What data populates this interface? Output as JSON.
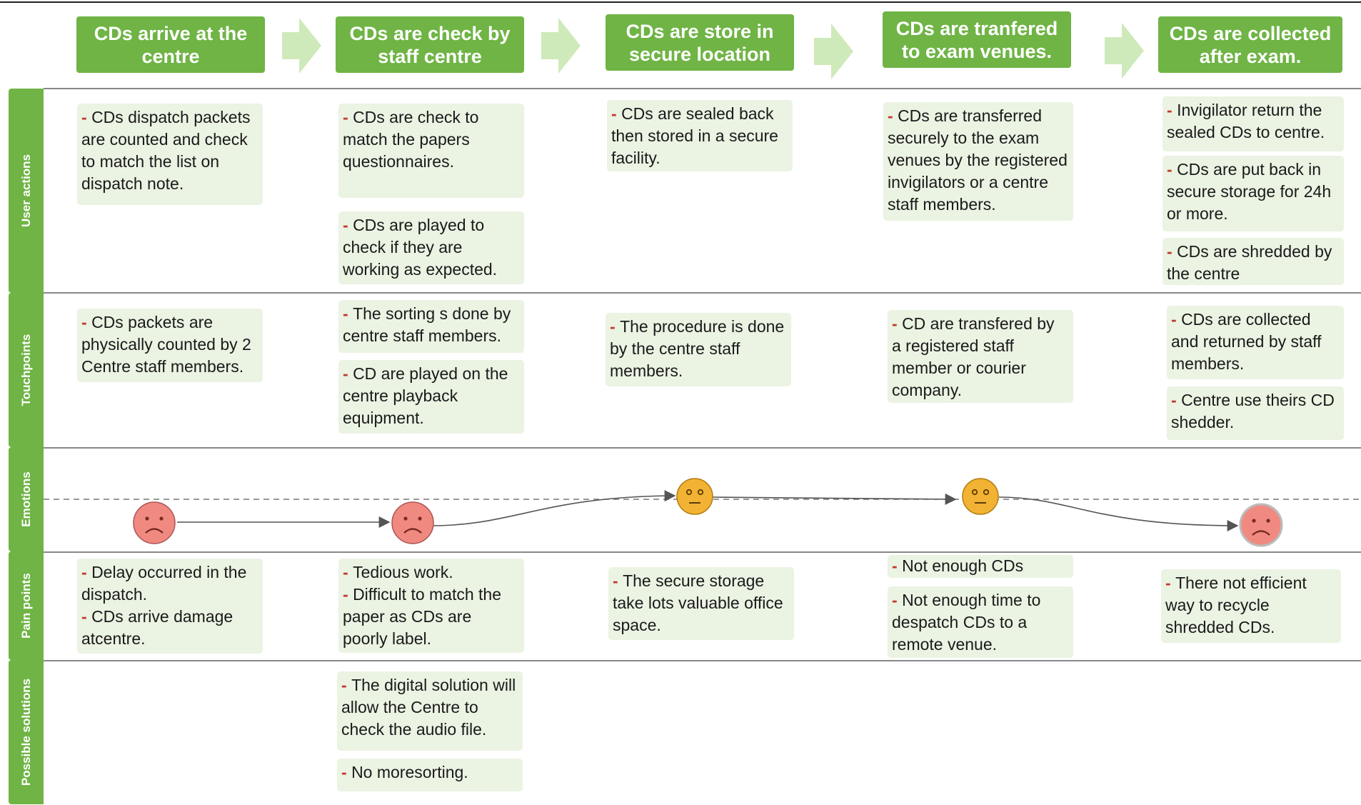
{
  "colors": {
    "accent_green": "#6fb445",
    "card_bg": "#ebf3e3",
    "arrow_green": "#cfeaba",
    "bullet_red": "#c0392b",
    "sad_face": "#f08a80",
    "neutral_face": "#f2b233"
  },
  "stages": [
    "CDs arrive at the centre",
    "CDs are check by staff centre",
    "CDs are store in secure location",
    "CDs are tranfered to exam venues.",
    "CDs are collected after exam."
  ],
  "lanes": [
    "User actions",
    "Touchpoints",
    "Emotions",
    "Pain points",
    "Possible solutions"
  ],
  "bullet": "-",
  "cards": {
    "ua_1": [
      "CDs dispatch packets",
      "are counted and check",
      "to match the list on",
      "dispatch note."
    ],
    "ua_2a": [
      "CDs are check to",
      "match the papers",
      "questionnaires."
    ],
    "ua_2b": [
      "CDs are played to",
      "check if they are",
      "working as expected."
    ],
    "ua_3": [
      "CDs are sealed back",
      "then stored in a secure",
      "facility."
    ],
    "ua_4": [
      "CDs are transferred",
      "securely to the exam",
      "venues by the registered",
      "invigilators or a centre",
      "staff members."
    ],
    "ua_5a": [
      "Invigilator return the",
      "sealed CDs to centre."
    ],
    "ua_5b": [
      "CDs are put back in",
      "secure storage for 24h",
      "or more."
    ],
    "ua_5c": [
      "CDs are shredded by",
      "the centre"
    ],
    "tp_1": [
      "CDs packets are",
      "physically counted by 2",
      "Centre staff members."
    ],
    "tp_2a": [
      "The sorting s done by",
      "centre staff members."
    ],
    "tp_2b": [
      "CD are played on the",
      "centre playback",
      "equipment."
    ],
    "tp_3": [
      "The procedure is done",
      "by the centre staff",
      "members."
    ],
    "tp_4": [
      "CD are transfered by",
      "a registered staff",
      "member or courier",
      "company."
    ],
    "tp_5a": [
      "CDs are collected",
      "and returned by staff",
      "members."
    ],
    "tp_5b": [
      "Centre use theirs CD",
      "shedder."
    ],
    "pp_1a": [
      "Delay occurred in the",
      "dispatch."
    ],
    "pp_1b": [
      "CDs arrive damage",
      "atcentre."
    ],
    "pp_2a": [
      "Tedious work."
    ],
    "pp_2b": [
      "Difficult to match the",
      "paper as CDs are",
      "poorly label."
    ],
    "pp_3": [
      "The secure storage",
      "take lots valuable office",
      "space."
    ],
    "pp_4a": [
      "Not enough CDs"
    ],
    "pp_4b": [
      "Not enough time to",
      "despatch CDs to a",
      "remote venue."
    ],
    "pp_5": [
      "There not efficient",
      "way to recycle",
      "shredded CDs."
    ],
    "ps_2a": [
      "The digital solution will",
      "allow the Centre to",
      "check the audio file."
    ],
    "ps_2b": [
      "No moresorting."
    ]
  },
  "emotions": [
    "sad",
    "sad",
    "neutral",
    "neutral",
    "sad"
  ]
}
